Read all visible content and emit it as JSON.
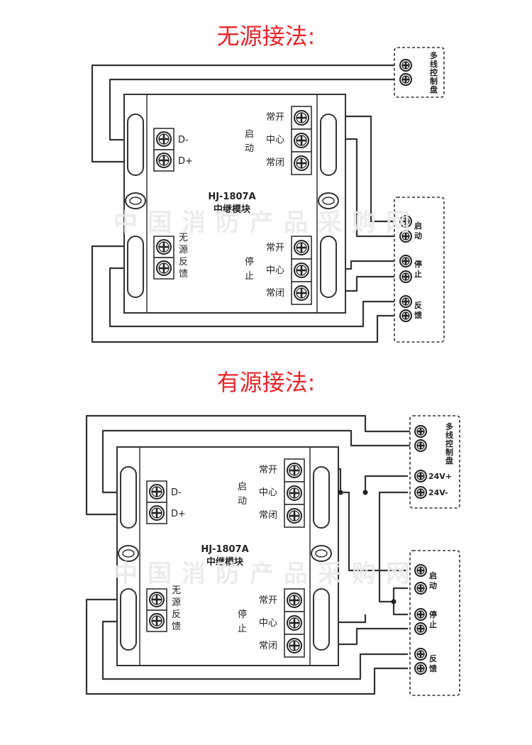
{
  "passive": {
    "heading": "无源接法:",
    "module_model": "HJ-1807A",
    "module_name": "中继模块",
    "bus_minus": "D-",
    "bus_plus": "D+",
    "start_group": [
      "启",
      "动"
    ],
    "stop_group": [
      "停",
      "止"
    ],
    "passive_feedback": [
      "无",
      "源",
      "反",
      "馈"
    ],
    "contact_no": "常开",
    "contact_com": "中心",
    "contact_nc": "常闭",
    "panel_title": [
      "多",
      "线",
      "控",
      "制",
      "盘"
    ],
    "panel_start": [
      "启",
      "动"
    ],
    "panel_stop": [
      "停",
      "止"
    ],
    "panel_feedback": [
      "反",
      "馈"
    ]
  },
  "active": {
    "heading": "有源接法:",
    "module_model": "HJ-1807A",
    "module_name": "中继模块",
    "bus_minus": "D-",
    "bus_plus": "D+",
    "start_group": [
      "启",
      "动"
    ],
    "stop_group": [
      "停",
      "止"
    ],
    "passive_feedback": [
      "无",
      "源",
      "反",
      "馈"
    ],
    "contact_no": "常开",
    "contact_com": "中心",
    "contact_nc": "常闭",
    "panel_title": [
      "多",
      "线",
      "控",
      "制",
      "盘"
    ],
    "power_plus": "24V+",
    "power_minus": "24V-",
    "panel_start": [
      "启",
      "动"
    ],
    "panel_stop": [
      "停",
      "止"
    ],
    "panel_feedback": [
      "反",
      "馈"
    ]
  },
  "watermark": "中国消防产品采购网",
  "colors": {
    "heading": "#e8262b",
    "line": "#333333",
    "watermark": "#eaeaea"
  }
}
